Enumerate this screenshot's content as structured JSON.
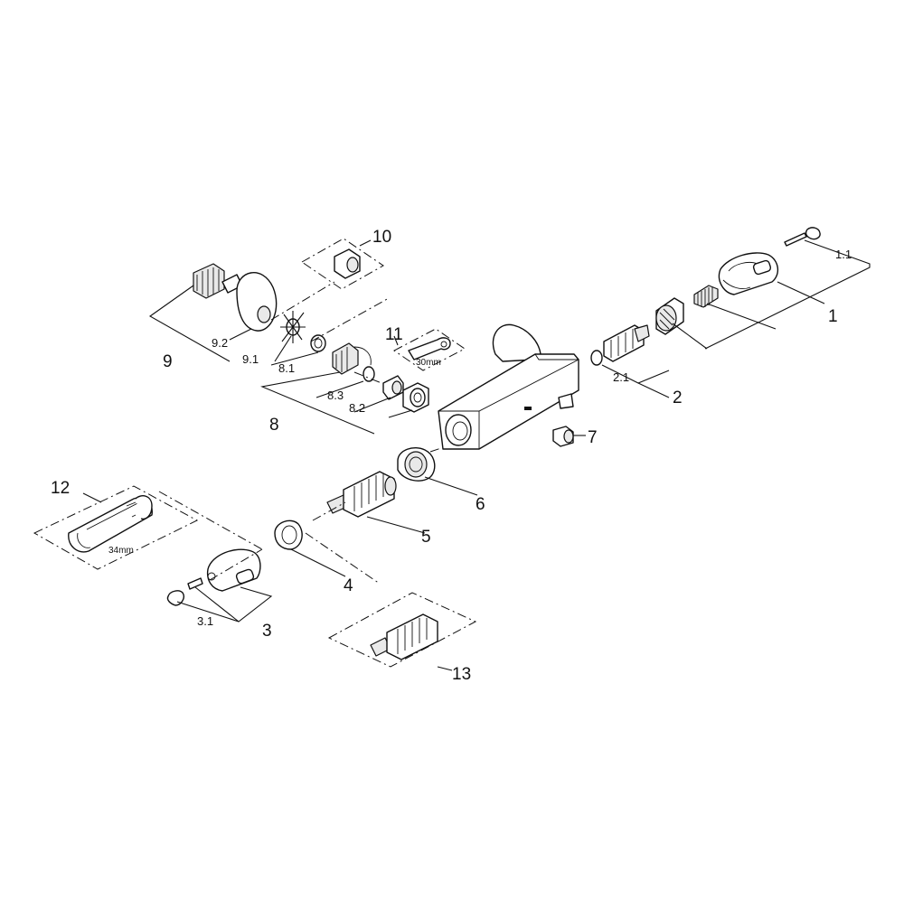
{
  "diagram": {
    "labels": {
      "p1": "1",
      "p1_1": "1.1",
      "p2": "2",
      "p2_1": "2.1",
      "p3": "3",
      "p3_1": "3.1",
      "p4": "4",
      "p5": "5",
      "p6": "6",
      "p7": "7",
      "p8": "8",
      "p8_1": "8.1",
      "p8_2": "8.2",
      "p8_3": "8.3",
      "p9": "9",
      "p9_1": "9.1",
      "p9_2": "9.2",
      "p10": "10",
      "p11": "11",
      "p12": "12",
      "p13": "13"
    },
    "tool_sizes": {
      "wrench_11": "30mm",
      "key_12": "34mm"
    }
  }
}
